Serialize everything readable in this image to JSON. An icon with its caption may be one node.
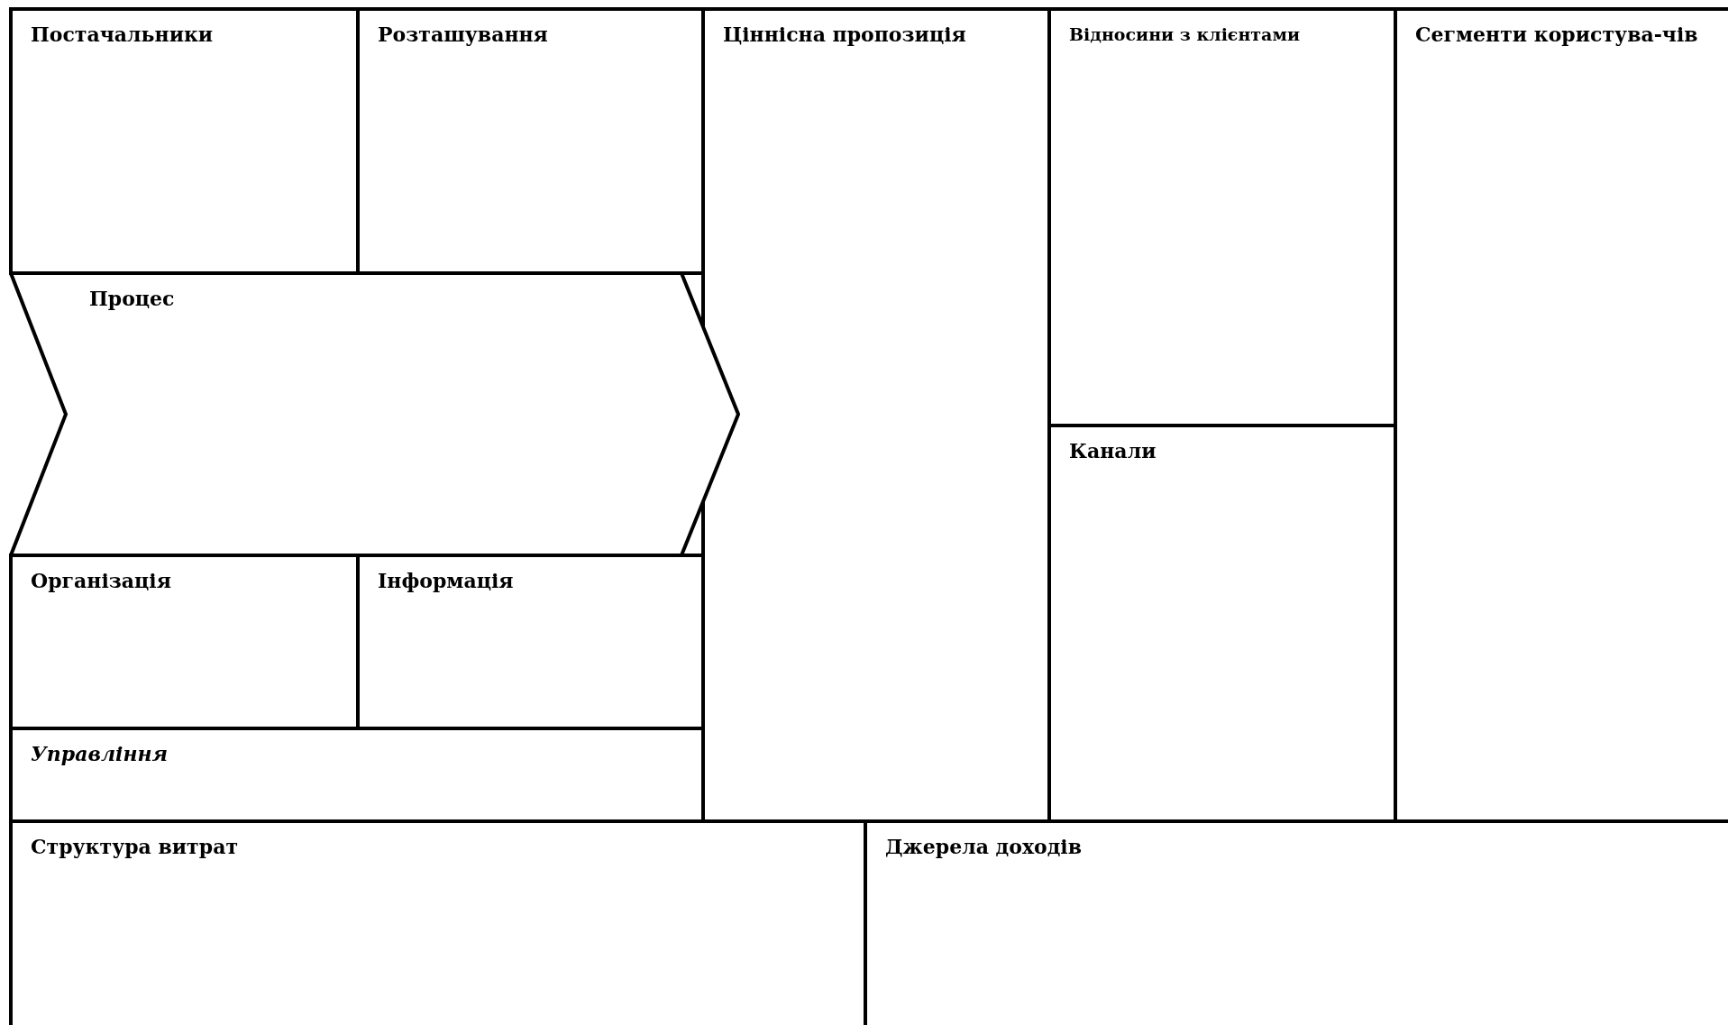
{
  "diagram": {
    "nodes": [
      {
        "text": [
          "Постачальники"
        ]
      },
      {
        "text": [
          "Розташування"
        ]
      },
      {
        "text": [
          "Процес"
        ]
      },
      {
        "text": [
          "Організація"
        ]
      },
      {
        "text": [
          "Інформація"
        ]
      },
      {
        "text": [
          "Управління"
        ]
      },
      {
        "text": [
          "Ціннісна пропозиція"
        ]
      },
      {
        "text": [
          "Відносини з клієнтами"
        ]
      },
      {
        "text": [
          "Канали"
        ]
      },
      {
        "text": [
          "Сегменти користува-чів"
        ]
      },
      {
        "text": [
          "Структура витрат"
        ]
      },
      {
        "text": [
          "Джерела доходів"
        ]
      }
    ],
    "edges": []
  }
}
